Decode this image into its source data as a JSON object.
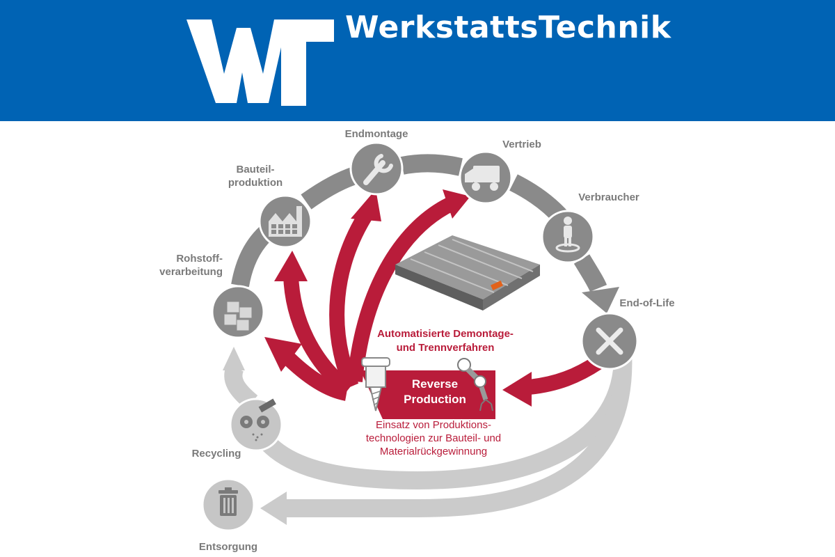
{
  "header": {
    "logo_letters": "WT",
    "brand_name": "WerkstattsTechnik"
  },
  "colors": {
    "header_blue": "#0063b4",
    "accent_red": "#b91c3a",
    "node_grey": "#8a8a8a",
    "node_light_grey": "#c6c6c6"
  },
  "nodes": [
    {
      "id": "rohstoff",
      "label": "Rohstoff-\nverarbeitung",
      "icon": "cubes-icon"
    },
    {
      "id": "bauteil",
      "label": "Bauteil-\nproduktion",
      "icon": "factory-icon"
    },
    {
      "id": "endmontage",
      "label": "Endmontage",
      "icon": "wrench-icon"
    },
    {
      "id": "vertrieb",
      "label": "Vertrieb",
      "icon": "truck-icon"
    },
    {
      "id": "verbraucher",
      "label": "Verbraucher",
      "icon": "person-icon"
    },
    {
      "id": "eol",
      "label": "End-of-Life",
      "icon": "x-icon"
    },
    {
      "id": "recycling",
      "label": "Recycling",
      "icon": "gears-icon"
    },
    {
      "id": "entsorgung",
      "label": "Entsorgung",
      "icon": "trash-icon"
    }
  ],
  "center": {
    "title": "Automatisierte Demontage-\nund Trennverfahren",
    "box_label": "Reverse\nProduction",
    "description": "Einsatz von Produktions-\ntechnologien zur Bauteil- und\nMaterialrückgewinnung",
    "icons": [
      "drill-icon",
      "robot-arm-icon",
      "battery-pack-icon"
    ]
  }
}
